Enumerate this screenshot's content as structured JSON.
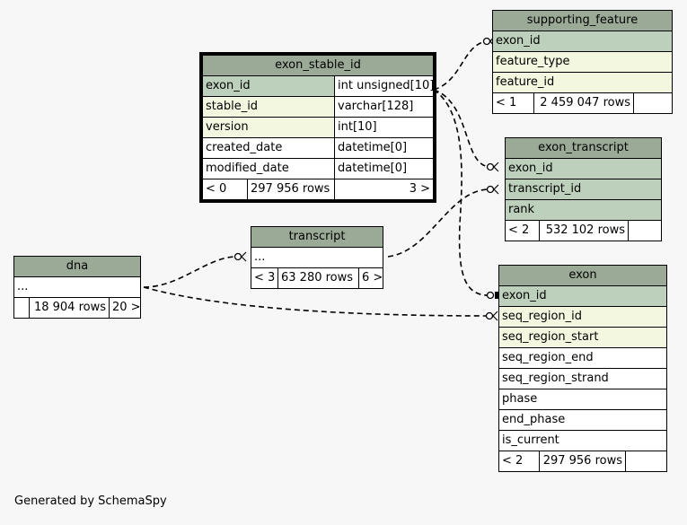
{
  "footer": {
    "generated_by": "Generated by SchemaSpy"
  },
  "tables": {
    "supporting_feature": {
      "title": "supporting_feature",
      "columns": [
        "exon_id",
        "feature_type",
        "feature_id"
      ],
      "footer": {
        "left": "< 1",
        "rows": "2 459 047 rows",
        "right": ""
      }
    },
    "exon_stable_id": {
      "title": "exon_stable_id",
      "columns": [
        {
          "name": "exon_id",
          "type": "int unsigned[10]"
        },
        {
          "name": "stable_id",
          "type": "varchar[128]"
        },
        {
          "name": "version",
          "type": "int[10]"
        },
        {
          "name": "created_date",
          "type": "datetime[0]"
        },
        {
          "name": "modified_date",
          "type": "datetime[0]"
        }
      ],
      "footer": {
        "left": "< 0",
        "rows": "297 956 rows",
        "right": "3 >"
      }
    },
    "exon_transcript": {
      "title": "exon_transcript",
      "columns": [
        "exon_id",
        "transcript_id",
        "rank"
      ],
      "footer": {
        "left": "< 2",
        "rows": "532 102 rows",
        "right": ""
      }
    },
    "transcript": {
      "title": "transcript",
      "columns": [
        "..."
      ],
      "footer": {
        "left": "< 3",
        "rows": "63 280 rows",
        "right": "6 >"
      }
    },
    "dna": {
      "title": "dna",
      "columns": [
        "..."
      ],
      "footer": {
        "left": "",
        "rows": "18 904 rows",
        "right": "20 >"
      }
    },
    "exon": {
      "title": "exon",
      "columns": [
        "exon_id",
        "seq_region_id",
        "seq_region_start",
        "seq_region_end",
        "seq_region_strand",
        "phase",
        "end_phase",
        "is_current"
      ],
      "footer": {
        "left": "< 2",
        "rows": "297 956 rows",
        "right": ""
      }
    }
  }
}
